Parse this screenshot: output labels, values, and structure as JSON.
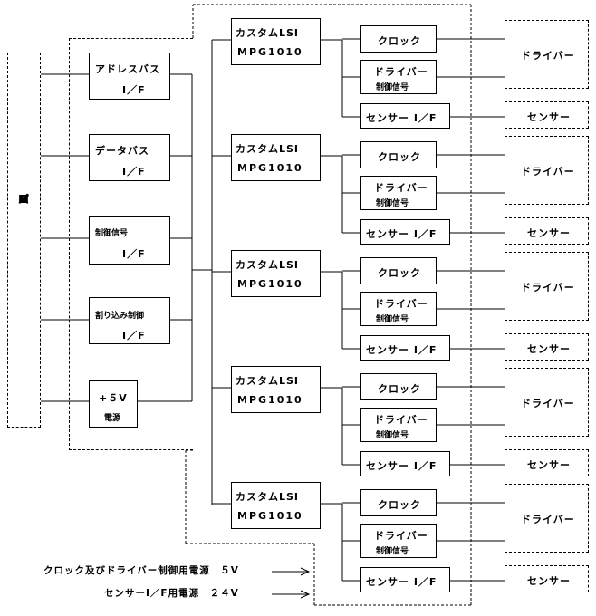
{
  "vme_bus": {
    "label": [
      "V",
      "M",
      "E",
      "",
      "パ",
      "ス"
    ]
  },
  "interfaces": [
    {
      "line1": "アドレスバス",
      "line2": "I／F"
    },
    {
      "line1": "データバス",
      "line2": "I／F"
    },
    {
      "line1": "制御信号",
      "line2": "I／F"
    },
    {
      "line1": "割り込み制御",
      "line2": "I／F"
    },
    {
      "line1": "+５V",
      "line2": "電源"
    }
  ],
  "lsi_units": [
    {
      "line1": "カスタムLSI",
      "line2": "MPG1010",
      "clock": "クロック",
      "drv1": "ドライバー",
      "drv2": "制御信号",
      "sensor_if": "センサー I／F",
      "driver": "ドライバー",
      "sensor": "センサー"
    },
    {
      "line1": "カスタムLSI",
      "line2": "MPG1010",
      "clock": "クロック",
      "drv1": "ドライバー",
      "drv2": "制御信号",
      "sensor_if": "センサー I／F",
      "driver": "ドライバー",
      "sensor": "センサー"
    },
    {
      "line1": "カスタムLSI",
      "line2": "MPG1010",
      "clock": "クロック",
      "drv1": "ドライバー",
      "drv2": "制御信号",
      "sensor_if": "センサー I／F",
      "driver": "ドライバー",
      "sensor": "センサー"
    },
    {
      "line1": "カスタムLSI",
      "line2": "MPG1010",
      "clock": "クロック",
      "drv1": "ドライバー",
      "drv2": "制御信号",
      "sensor_if": "センサー I／F",
      "driver": "ドライバー",
      "sensor": "センサー"
    },
    {
      "line1": "カスタムLSI",
      "line2": "MPG1010",
      "clock": "クロック",
      "drv1": "ドライバー",
      "drv2": "制御信号",
      "sensor_if": "センサー I／F",
      "driver": "ドライバー",
      "sensor": "センサー"
    }
  ],
  "notes": {
    "power_5v": "クロック及びドライバー制御用電源　５V",
    "power_24v": "センサーI／F用電源　２４V"
  }
}
